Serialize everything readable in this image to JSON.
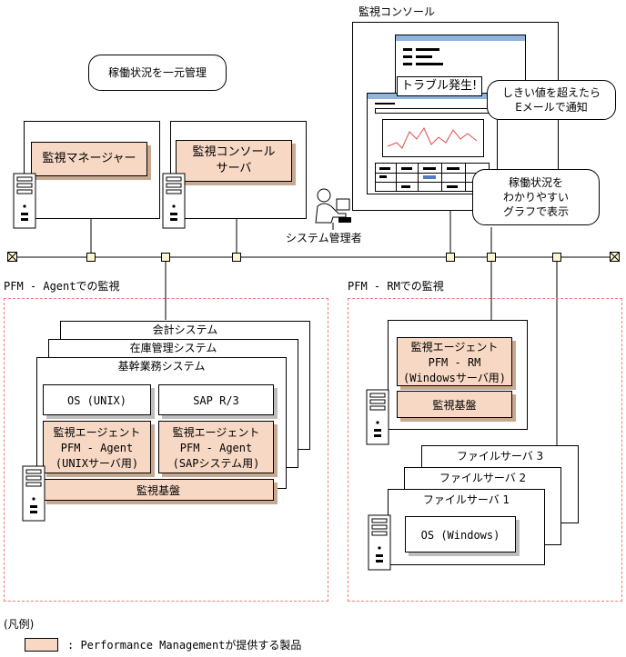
{
  "top": {
    "bubble_center": "稼働状況を一元管理",
    "console_title": "監視コンソール",
    "manager": "監視マネージャー",
    "console_server_l1": "監視コンソール",
    "console_server_l2": "サーバ",
    "admin": "システム管理者",
    "console_window_text": "トラブル発生!",
    "bubble_email_l1": "しきい値を超えたら",
    "bubble_email_l2": "Eメールで通知",
    "bubble_graph_l1": "稼働状況を",
    "bubble_graph_l2": "わかりやすい",
    "bubble_graph_l3": "グラフで表示"
  },
  "agent_area": {
    "title": "PFM - Agentでの監視",
    "sys_accounting": "会計システム",
    "sys_inventory": "在庫管理システム",
    "sys_core": "基幹業務システム",
    "os_unix": "OS (UNIX)",
    "sap": "SAP R/3",
    "agent1_l1": "監視エージェント",
    "agent1_l2": "PFM - Agent",
    "agent1_l3": "(UNIXサーバ用)",
    "agent2_l1": "監視エージェント",
    "agent2_l2": "PFM - Agent",
    "agent2_l3": "(SAPシステム用)",
    "base": "監視基盤"
  },
  "rm_area": {
    "title": "PFM - RMでの監視",
    "agent_l1": "監視エージェント",
    "agent_l2": "PFM - RM",
    "agent_l3": "(Windowsサーバ用)",
    "base": "監視基盤",
    "fs3": "ファイルサーバ 3",
    "fs2": "ファイルサーバ 2",
    "fs1": "ファイルサーバ 1",
    "os_windows": "OS (Windows)"
  },
  "legend": {
    "title": "(凡例)",
    "desc": ": Performance Managementが提供する製品"
  },
  "colors": {
    "product_fill": "#f7d8c4",
    "node_fill": "#fbf6cf",
    "dash_border": "#f27a7a",
    "console_titlebar": "#8fb4dd"
  }
}
